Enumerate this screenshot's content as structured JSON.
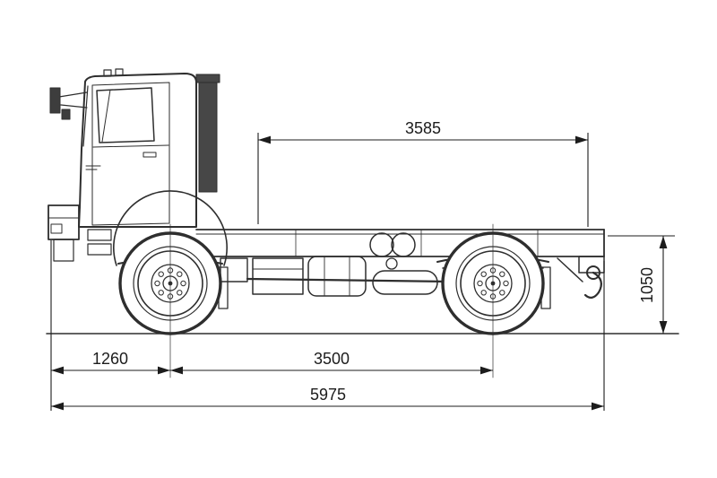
{
  "diagram": {
    "drawing": "truck-chassis-side-view",
    "ink_color": "#2e2e2e",
    "dimension_color": "#1c1c1c",
    "dimensions": {
      "rear_frame_length": "3585",
      "frame_height": "1050",
      "front_overhang": "1260",
      "wheelbase": "3500",
      "overall_length": "5975"
    }
  }
}
